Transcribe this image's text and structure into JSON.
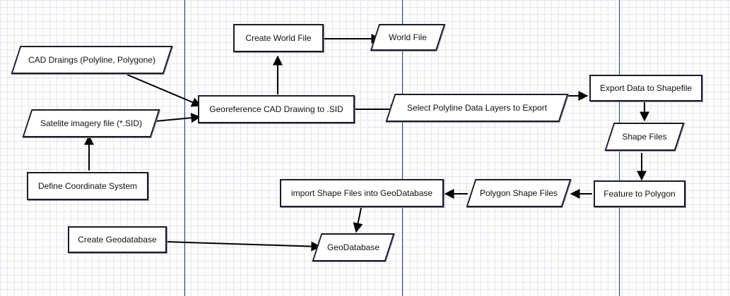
{
  "nodes": {
    "create_world_file": "Create World File",
    "world_file": "World File",
    "cad_drawings": "CAD Draings (Polyline, Polygone)",
    "georeference": "Georeference CAD Drawing to .SID",
    "select_layers": "Select Polyline Data Layers to Export",
    "export_shapefile": "Export Data to Shapefile",
    "satellite_imagery": "Satelite imagery file (*.SID)",
    "shape_files": "Shape Files",
    "define_coord": "Define Coordinate System",
    "import_shape": "import Shape Files into GeoDatabase",
    "polygon_shape": "Polygon Shape Files",
    "feature_polygon": "Feature to Polygon",
    "create_gdb": "Create Geodatabase",
    "geodatabase": "GeoDatabase"
  }
}
